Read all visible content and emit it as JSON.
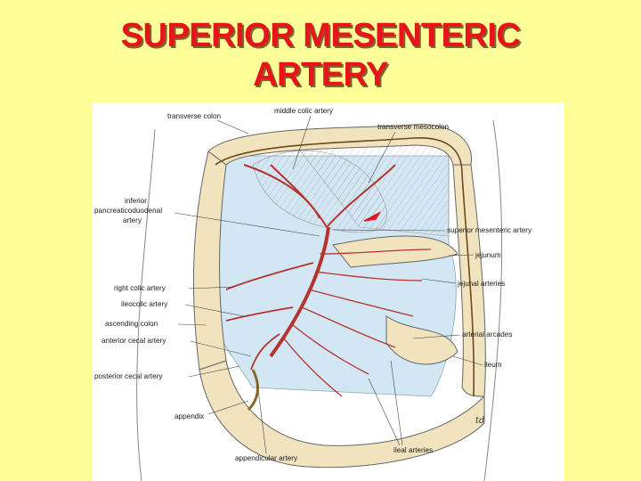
{
  "slide": {
    "title_line1": "SUPERIOR MESENTERIC",
    "title_line2": "ARTERY",
    "title_color": "#E8141B",
    "background_color": "#FFFF99"
  },
  "diagram": {
    "signature": "td",
    "labels": {
      "transverse_colon": "transverse colon",
      "middle_colic_artery": "middle colic artery",
      "transverse_mesocolon": "transverse mesocolon",
      "inferior_pd_line1": "inferior",
      "inferior_pd_line2": "pancreaticoduodenal",
      "inferior_pd_line3": "artery",
      "superior_mesenteric_artery": "superior mesenteric artery",
      "jejunum": "jejunum",
      "jejunal_arteries": "jejunal arteries",
      "right_colic_artery": "right colic artery",
      "ileocolic_artery": "ileocolic artery",
      "ascending_colon": "ascending colon",
      "anterior_cecal_artery": "anterior cecal artery",
      "arterial_arcades": "arterial arcades",
      "ileum": "ileum",
      "posterior_cecal_artery": "posterior cecal artery",
      "appendix": "appendix",
      "ileal_arteries": "ileal arteries",
      "appendicular_artery": "appendicular artery"
    },
    "colors": {
      "artery": "#B5342F",
      "colon": "#F2E3BF",
      "mesentery": "#D3E6F3",
      "outline": "#555555"
    }
  }
}
